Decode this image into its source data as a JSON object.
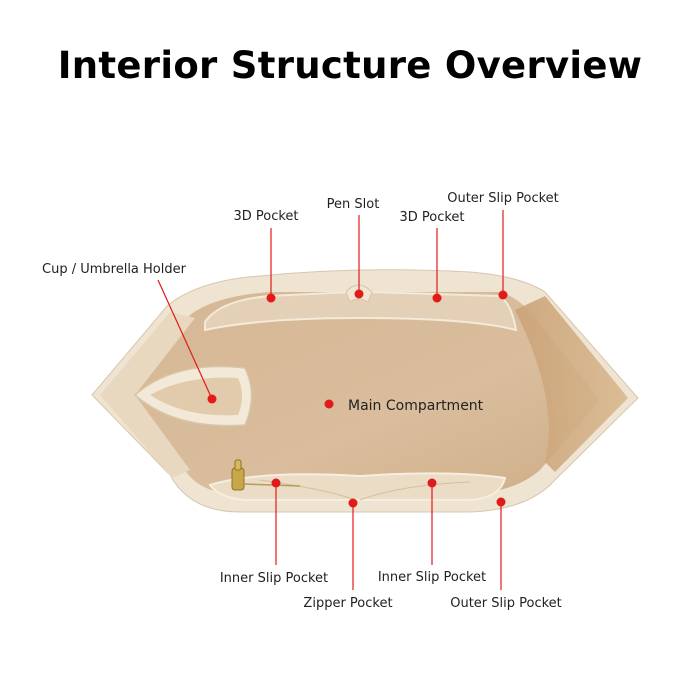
{
  "title": "Interior Structure Overview",
  "colors": {
    "accent": "#e21a1a",
    "felt_outer": "#efe3cf",
    "felt_inner": "#d9bb98",
    "felt_shadow": "#c9a57c"
  },
  "labels": {
    "pocket_3d_left": "3D Pocket",
    "pen_slot": "Pen Slot",
    "pocket_3d_right": "3D Pocket",
    "outer_slip_top": "Outer Slip Pocket",
    "cup_holder": "Cup / Umbrella Holder",
    "main": "Main Compartment",
    "inner_slip_left": "Inner Slip Pocket",
    "zipper": "Zipper Pocket",
    "inner_slip_right": "Inner Slip Pocket",
    "outer_slip_bottom": "Outer Slip Pocket"
  }
}
